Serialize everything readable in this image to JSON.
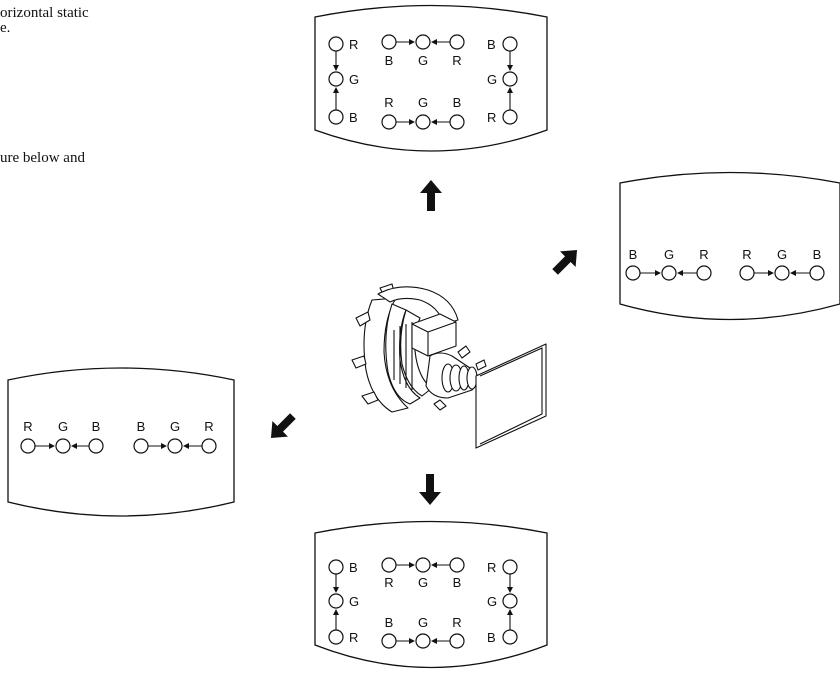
{
  "text_fragments": {
    "line1": "orizontal static",
    "line2": "e.",
    "line3": "ure below and"
  },
  "panels": {
    "top": {
      "corners": {
        "tl": "R",
        "tr": "B",
        "ml": "G",
        "mr": "G",
        "bl": "B",
        "br": "R"
      },
      "top_row": [
        "B",
        "G",
        "R"
      ],
      "bottom_row": [
        "R",
        "G",
        "B"
      ]
    },
    "right": {
      "group1": [
        "B",
        "G",
        "R"
      ],
      "group2": [
        "R",
        "G",
        "B"
      ]
    },
    "left": {
      "group1": [
        "R",
        "G",
        "B"
      ],
      "group2": [
        "B",
        "G",
        "R"
      ]
    },
    "bottom": {
      "corners": {
        "tl": "B",
        "tr": "R",
        "ml": "G",
        "mr": "G",
        "bl": "R",
        "br": "B"
      },
      "top_row": [
        "R",
        "G",
        "B"
      ],
      "bottom_row": [
        "B",
        "G",
        "R"
      ]
    }
  },
  "arrows": [
    "up-arrow",
    "up-right-arrow",
    "down-left-arrow",
    "down-arrow"
  ]
}
